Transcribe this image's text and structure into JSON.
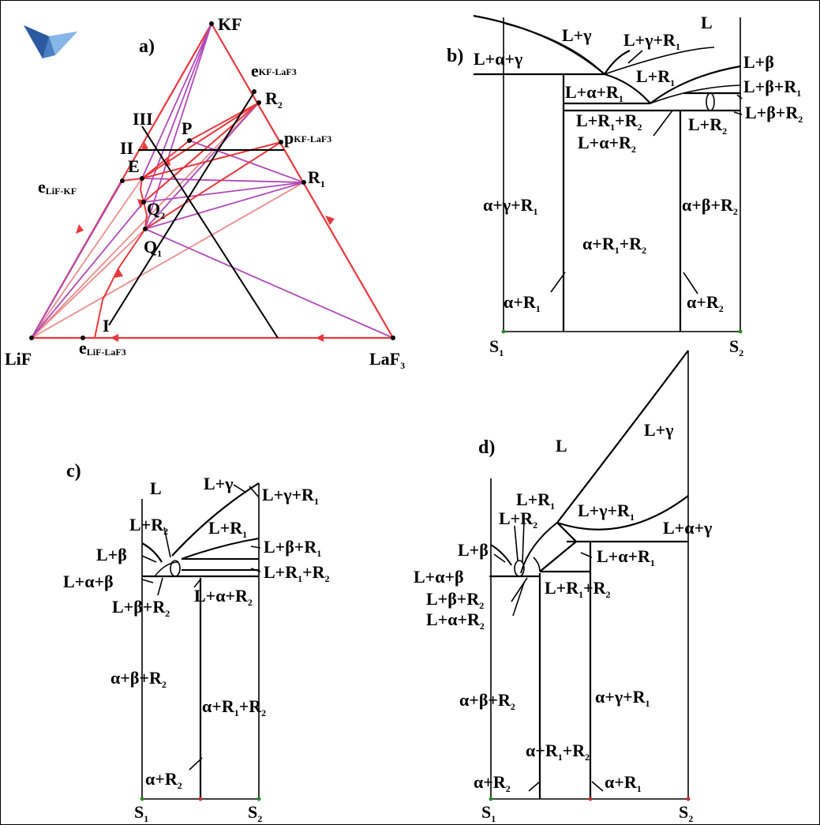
{
  "panel_a": {
    "title": "a)",
    "vertices": {
      "top": "KF",
      "left": "LiF",
      "right": "LaF",
      "right_sub": "3"
    },
    "points": {
      "e_kf_laf3": "e",
      "e_kf_laf3_sub": "KF-LaF3",
      "p_kf_laf3": "p",
      "p_kf_laf3_sub": "KF-LaF3",
      "e_lif_kf": "e",
      "e_lif_kf_sub": "LiF-KF",
      "e_lif_laf3": "e",
      "e_lif_laf3_sub": "LiF-LaF3",
      "R2": "R",
      "R2_sub": "2",
      "R1": "R",
      "R1_sub": "1",
      "P": "P",
      "E": "E",
      "Q2": "Q",
      "Q2_sub": "2",
      "Q1": "Q",
      "Q1_sub": "1",
      "sec_I": "I",
      "sec_II": "II",
      "sec_III": "III"
    },
    "colors": {
      "edge": "#e8383c",
      "tie": "#b04ab8",
      "light": "#ec8c8c",
      "section": "#000000"
    }
  },
  "panel_b": {
    "title": "b)",
    "fields": {
      "L": "L",
      "L_ag": "L+α+γ",
      "L_g": "L+γ",
      "L_g_R1": "L+γ+R",
      "L_g_R1_sub": "1",
      "L_b": "L+β",
      "L_R1": "L+R",
      "L_R1_sub": "1",
      "L_a_R1": "L+α+R",
      "L_a_R1_sub": "1",
      "L_b_R1": "L+β+R",
      "L_b_R1_sub": "1",
      "L_R1_R2_a": "L+R",
      "L_R1_R2_s1": "1",
      "L_R1_R2_b": "+R",
      "L_R1_R2_s2": "2",
      "L_b_R2": "L+β+R",
      "L_b_R2_sub": "2",
      "L_R2": "L+R",
      "L_R2_sub": "2",
      "L_a_R2": "L+α+R",
      "L_a_R2_sub": "2",
      "a_g_R1": "α+γ+R",
      "a_g_R1_sub": "1",
      "a_b_R2": "α+β+R",
      "a_b_R2_sub": "2",
      "a_R1_R2_a": "α+R",
      "a_R1_R2_s1": "1",
      "a_R1_R2_b": "+R",
      "a_R1_R2_s2": "2",
      "a_R1": "α+R",
      "a_R1_sub": "1",
      "a_R2": "α+R",
      "a_R2_sub": "2",
      "S1": "S",
      "S1_sub": "1",
      "S2": "S",
      "S2_sub": "2"
    }
  },
  "panel_c": {
    "title": "c)",
    "fields": {
      "L": "L",
      "L_g": "L+γ",
      "L_g_R1": "L+γ+R",
      "L_g_R1_sub": "1",
      "L_R2": "L+R",
      "L_R2_sub": "2",
      "L_R1": "L+R",
      "L_R1_sub": "1",
      "L_b": "L+β",
      "L_b_R1": "L+β+R",
      "L_b_R1_sub": "1",
      "L_ab": "L+α+β",
      "L_R1_R2_a": "L+R",
      "L_R1_R2_s1": "1",
      "L_R1_R2_b": "+R",
      "L_R1_R2_s2": "2",
      "L_b_R2": "L+β+R",
      "L_b_R2_sub": "2",
      "L_a_R2": "L+α+R",
      "L_a_R2_sub": "2",
      "a_b_R2": "α+β+R",
      "a_b_R2_sub": "2",
      "a_R1_R2_a": "α+R",
      "a_R1_R2_s1": "1",
      "a_R1_R2_b": "+R",
      "a_R1_R2_s2": "2",
      "a_R2": "α+R",
      "a_R2_sub": "2",
      "S1": "S",
      "S1_sub": "1",
      "S2": "S",
      "S2_sub": "2"
    }
  },
  "panel_d": {
    "title": "d)",
    "fields": {
      "L": "L",
      "L_g": "L+γ",
      "L_R1": "L+R",
      "L_R1_sub": "1",
      "L_R2": "L+R",
      "L_R2_sub": "2",
      "L_g_R1": "L+γ+R",
      "L_g_R1_sub": "1",
      "L_ag": "L+α+γ",
      "L_b": "L+β",
      "L_a_R1": "L+α+R",
      "L_a_R1_sub": "1",
      "L_ab": "L+α+β",
      "L_R1_R2_a": "L+R",
      "L_R1_R2_s1": "1",
      "L_R1_R2_b": "+R",
      "L_R1_R2_s2": "2",
      "L_b_R2": "L+β+R",
      "L_b_R2_sub": "2",
      "L_a_R2": "L+α+R",
      "L_a_R2_sub": "2",
      "a_b_R2": "α+β+R",
      "a_b_R2_sub": "2",
      "a_g_R1": "α+γ+R",
      "a_g_R1_sub": "1",
      "a_R1_R2_a": "α+R",
      "a_R1_R2_s1": "1",
      "a_R1_R2_b": "+R",
      "a_R1_R2_s2": "2",
      "a_R2": "α+R",
      "a_R2_sub": "2",
      "a_R1": "α+R",
      "a_R1_sub": "1",
      "S1": "S",
      "S1_sub": "1",
      "S2": "S",
      "S2_sub": "2"
    }
  }
}
